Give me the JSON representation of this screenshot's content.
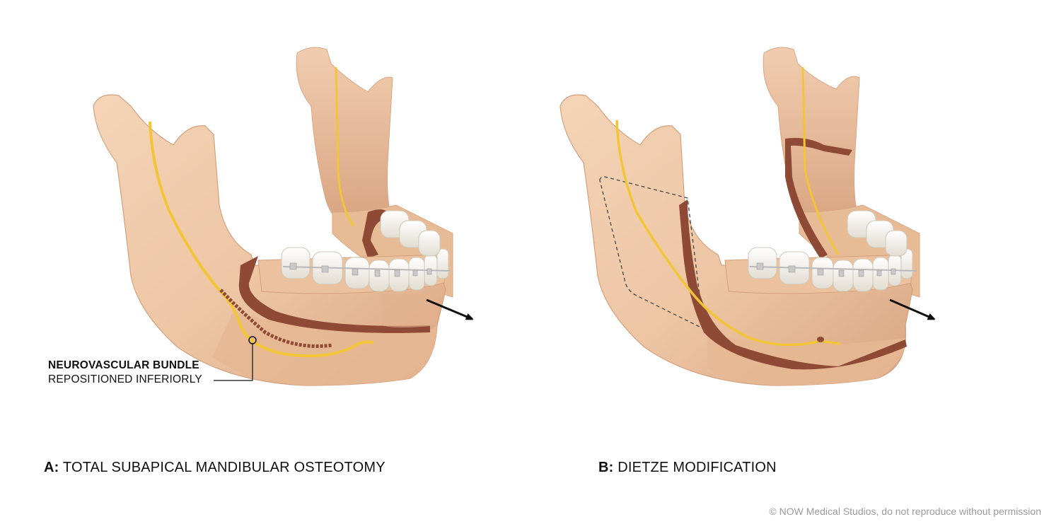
{
  "callout": {
    "title": "NEUROVASCULAR BUNDLE",
    "subtitle": "REPOSITIONED INFERIORLY"
  },
  "panels": [
    {
      "letter": "A:",
      "caption": "TOTAL SUBAPICAL MANDIBULAR OSTEOTOMY"
    },
    {
      "letter": "B:",
      "caption": "DIETZE MODIFICATION"
    }
  ],
  "copyright": "© NOW Medical Studios, do not reproduce without permission",
  "colors": {
    "bone": "#efc9a8",
    "bone_shadow": "#d9a784",
    "bone_dark": "#c98f6c",
    "cut": "#8e4a35",
    "nerve": "#f2c537",
    "tooth": "#f5f2ea",
    "arrow": "#111111"
  }
}
